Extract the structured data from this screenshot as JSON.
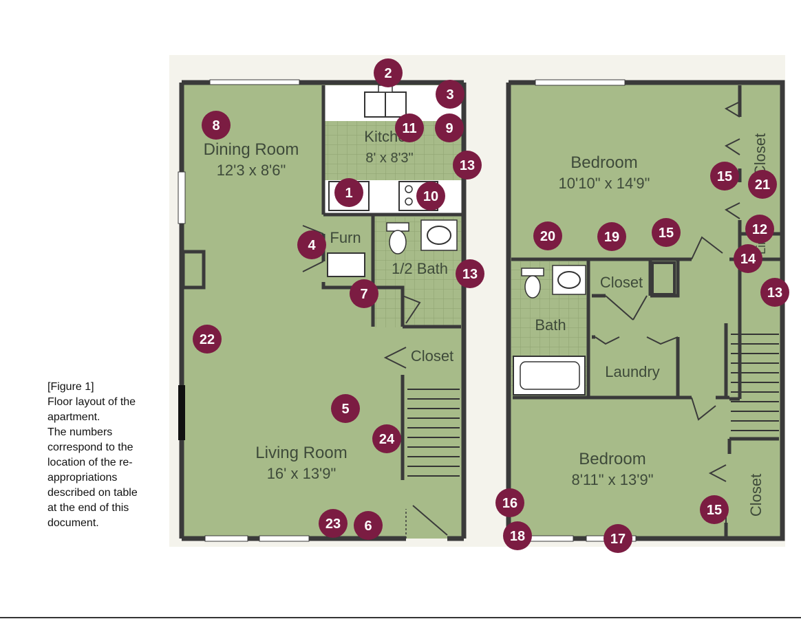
{
  "caption": {
    "lines": [
      "[Figure 1]",
      "Floor layout of the",
      "apartment.",
      "The numbers",
      "correspond to the",
      "location of the re-",
      "appropriations",
      "described on table",
      "at the end of this",
      "document."
    ]
  },
  "rooms": {
    "dining": {
      "name": "Dining Room",
      "size": "12'3 x 8'6\""
    },
    "kitchen": {
      "name": "Kitchen",
      "size": "8' x 8'3\""
    },
    "furn": {
      "name": "Furn"
    },
    "half_bath": {
      "name": "1/2 Bath"
    },
    "closet_downstairs": {
      "name": "Closet"
    },
    "living": {
      "name": "Living Room",
      "size": "16' x 13'9\""
    },
    "bedroom_top": {
      "name": "Bedroom",
      "size": "10'10\" x 14'9\""
    },
    "closet_top_right": {
      "name": "Closet"
    },
    "linen": {
      "name": "Linen"
    },
    "closet_mid": {
      "name": "Closet"
    },
    "bath": {
      "name": "Bath"
    },
    "laundry": {
      "name": "Laundry"
    },
    "bedroom_bottom": {
      "name": "Bedroom",
      "size": "8'11\" x 13'9\""
    },
    "closet_bottom_right": {
      "name": "Closet"
    }
  },
  "markers": [
    "1",
    "2",
    "3",
    "4",
    "5",
    "6",
    "7",
    "8",
    "9",
    "10",
    "11",
    "12",
    "13",
    "13",
    "13",
    "14",
    "15",
    "15",
    "15",
    "16",
    "17",
    "18",
    "19",
    "20",
    "21",
    "22",
    "23",
    "24"
  ],
  "colors": {
    "floor": "#a7bb89",
    "wall": "#3a3a3a",
    "marker": "#7b1c42",
    "tile_line": "#8da270"
  }
}
